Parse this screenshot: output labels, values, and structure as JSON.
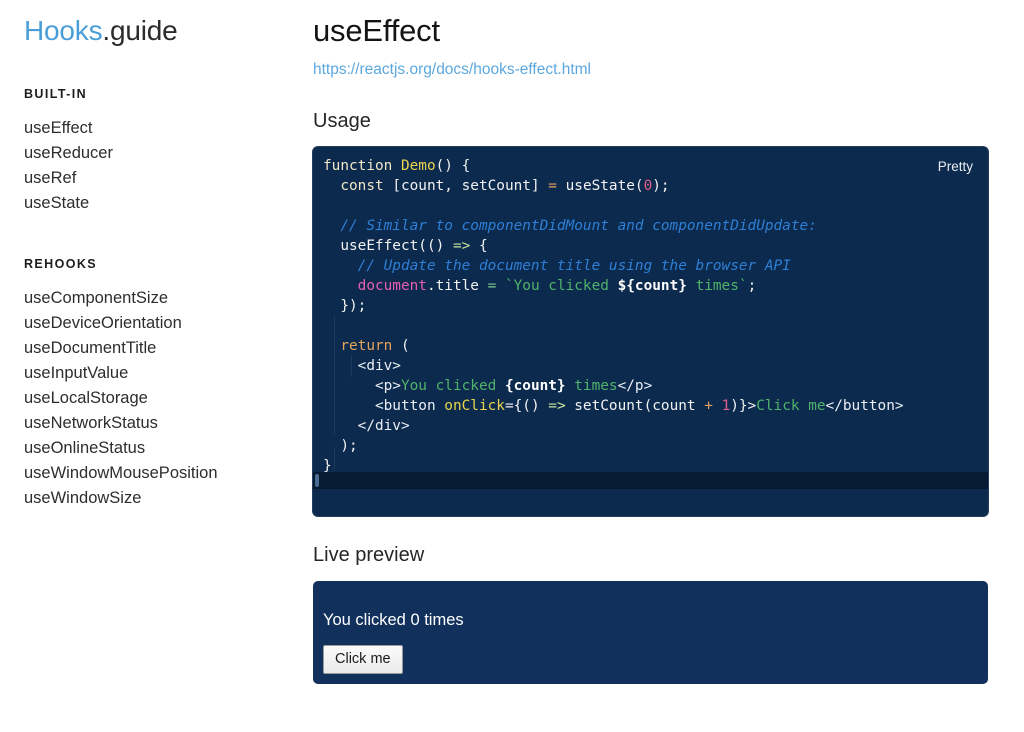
{
  "brand": {
    "primary": "Hooks",
    "secondary": ".guide",
    "primary_color": "#4a9fd8"
  },
  "sidebar": {
    "sections": [
      {
        "heading": "BUILT-IN",
        "items": [
          {
            "label": "useEffect"
          },
          {
            "label": "useReducer"
          },
          {
            "label": "useRef"
          },
          {
            "label": "useState"
          }
        ]
      },
      {
        "heading": "REHOOKS",
        "items": [
          {
            "label": "useComponentSize"
          },
          {
            "label": "useDeviceOrientation"
          },
          {
            "label": "useDocumentTitle"
          },
          {
            "label": "useInputValue"
          },
          {
            "label": "useLocalStorage"
          },
          {
            "label": "useNetworkStatus"
          },
          {
            "label": "useOnlineStatus"
          },
          {
            "label": "useWindowMousePosition"
          },
          {
            "label": "useWindowSize"
          }
        ]
      }
    ]
  },
  "main": {
    "title": "useEffect",
    "doc_url": "https://reactjs.org/docs/hooks-effect.html",
    "usage_heading": "Usage",
    "live_heading": "Live preview"
  },
  "editor": {
    "pretty_label": "Pretty",
    "background": "#0c2a4d",
    "lines": [
      "function Demo() {",
      "  const [count, setCount] = useState(0);",
      "",
      "  // Similar to componentDidMount and componentDidUpdate:",
      "  useEffect(() => {",
      "    // Update the document title using the browser API",
      "    document.title = `You clicked ${count} times`;",
      "  });",
      "",
      "  return (",
      "    <div>",
      "      <p>You clicked {count} times</p>",
      "      <button onClick={() => setCount(count + 1)}>Click me</button>",
      "    </div>",
      "  );",
      "}"
    ],
    "tokens": {
      "l1": {
        "kw": "function",
        "fn": "Demo",
        "punct": "() {"
      },
      "l2": {
        "kw": "const",
        "plain": " [count, setCount] ",
        "op": "=",
        "plain2": " useState(",
        "num": "0",
        "plain3": ");"
      },
      "l4": {
        "comment": "// Similar to componentDidMount and componentDidUpdate:"
      },
      "l5": {
        "plain": "useEffect(()",
        "arrow": "=>",
        "plain2": " {"
      },
      "l6": {
        "comment": "// Update the document title using the browser API"
      },
      "l7": {
        "obj": "document",
        "prop": ".title",
        "eq": "=",
        "str_open": " `You clicked ",
        "interp": "${count}",
        "str_close": " times`",
        "punct": ";"
      },
      "l8": {
        "punct": "});"
      },
      "l10": {
        "ctrl": "return",
        "punct": " ("
      },
      "l11": {
        "tag": "<div>"
      },
      "l12": {
        "tag_open": "<p>",
        "str": "You clicked ",
        "interp": "{count}",
        "str2": " times",
        "tag_close": "</p>"
      },
      "l13": {
        "tag_open": "<button ",
        "attr": "onClick",
        "plain": "={()",
        "arrow": "=>",
        "plain2": " setCount(count ",
        "op": "+",
        "num": " 1",
        "plain3": ")}>",
        "str": "Click me",
        "tag_close": "</button>"
      },
      "l14": {
        "tag": "</div>"
      },
      "l15": {
        "punct": "  );"
      },
      "l16": {
        "punct": "}"
      }
    }
  },
  "preview": {
    "text": "You clicked 0 times",
    "button_label": "Click me",
    "background": "#11305c",
    "count": 0
  }
}
